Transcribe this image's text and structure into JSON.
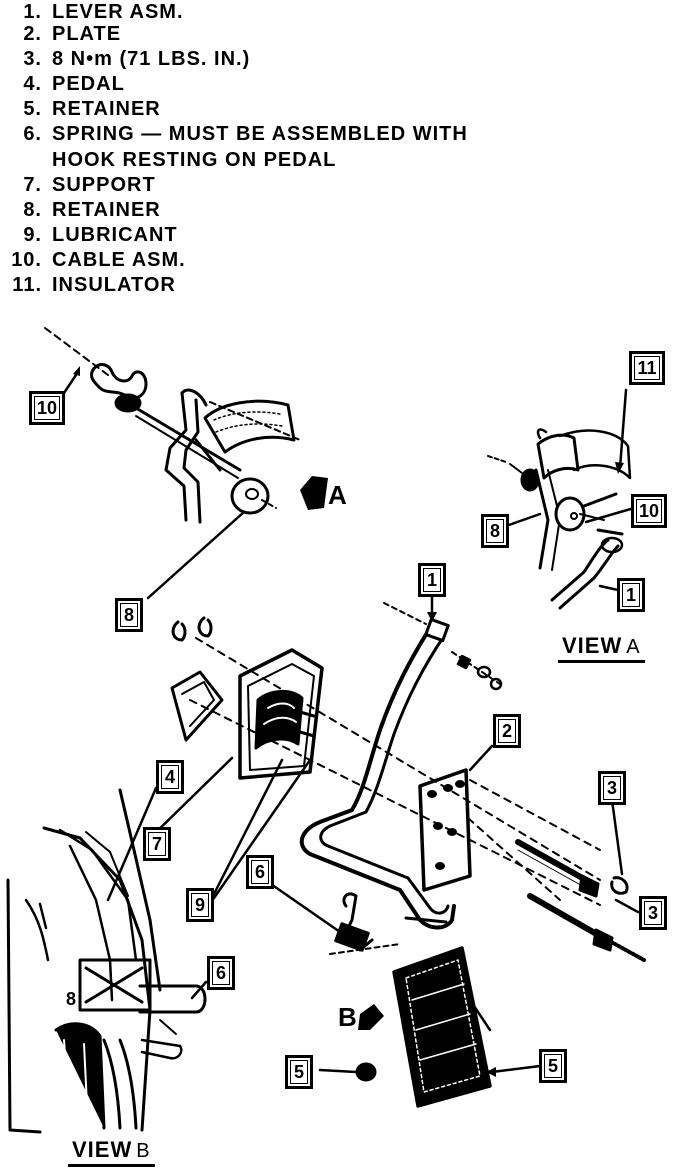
{
  "legend": [
    {
      "num": "1.",
      "text": "LEVER ASM."
    },
    {
      "num": "2.",
      "text": "PLATE"
    },
    {
      "num": "3.",
      "text": "8 N•m (71 LBS. IN.)"
    },
    {
      "num": "4.",
      "text": "PEDAL"
    },
    {
      "num": "5.",
      "text": "RETAINER"
    },
    {
      "num": "6.",
      "text": "SPRING — MUST BE ASSEMBLED WITH"
    },
    {
      "num": "",
      "text": "HOOK RESTING ON PEDAL"
    },
    {
      "num": "7.",
      "text": "SUPPORT"
    },
    {
      "num": "8.",
      "text": "RETAINER"
    },
    {
      "num": "9.",
      "text": "LUBRICANT"
    },
    {
      "num": "10.",
      "text": "CABLE ASM."
    },
    {
      "num": "11.",
      "text": "INSULATOR"
    }
  ],
  "callouts": {
    "c10_main": "10",
    "c8_main": "8",
    "c11_viewa": "11",
    "c8_viewa": "8",
    "c10_viewa": "10",
    "c1_viewa": "1",
    "c1_main": "1",
    "c2_main": "2",
    "c4_main": "4",
    "c7_main": "7",
    "c3_upper": "3",
    "c3_lower": "3",
    "c6_main": "6",
    "c9_main": "9",
    "c6_viewb": "6",
    "c5_left": "5",
    "c5_right": "5"
  },
  "view_a": {
    "word": "VIEW",
    "letter": "A"
  },
  "view_b": {
    "word": "VIEW",
    "letter": "B"
  },
  "arrow_a_letter": "A",
  "arrow_b_letter": "B",
  "viewb_inline_label": "8"
}
